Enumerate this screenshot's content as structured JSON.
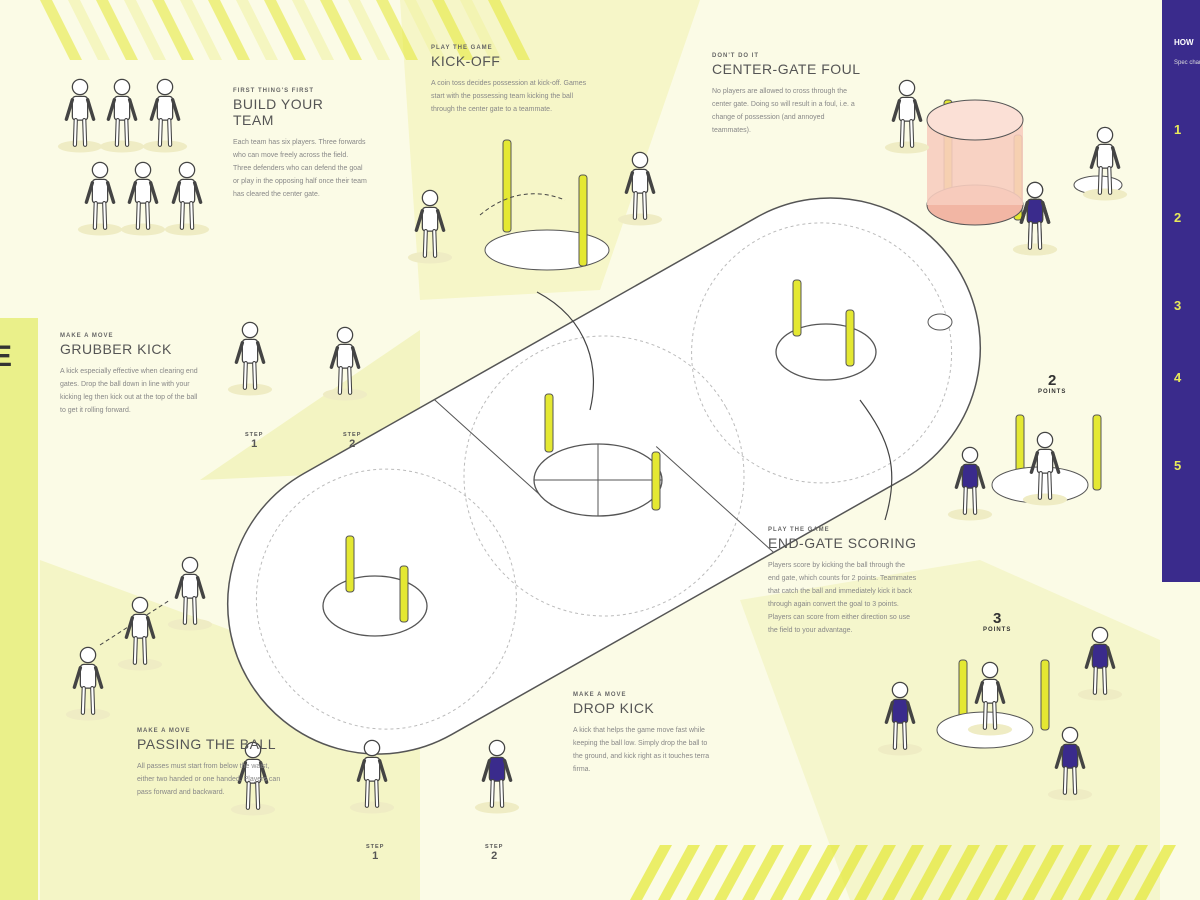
{
  "sections": {
    "build_team": {
      "kicker": "First thing's first",
      "title": "BUILD YOUR TEAM",
      "body": "Each team has six players. Three forwards who can move freely across the field. Three defenders who can defend the goal or play in the opposing half once their team has cleared the center gate."
    },
    "kick_off": {
      "kicker": "Play the game",
      "title": "KICK-OFF",
      "body": "A coin toss decides possession at kick-off. Games start with the possessing team kicking the ball through the center gate to a teammate."
    },
    "center_gate_foul": {
      "kicker": "Don't do it",
      "title": "CENTER-GATE FOUL",
      "body": "No players are allowed to cross through the center gate. Doing so will result in a foul, i.e. a change of possession (and annoyed teammates)."
    },
    "grubber_kick": {
      "kicker": "Make a move",
      "title": "GRUBBER KICK",
      "body": "A kick especially effective when clearing end gates. Drop the ball down in line with your kicking leg then kick out at the top of the ball to get it rolling forward."
    },
    "end_gate_scoring": {
      "kicker": "Play the game",
      "title": "END-GATE SCORING",
      "body": "Players score by kicking the ball through the end gate, which counts for 2 points. Teammates that catch the ball and immediately kick it back through again convert the goal to 3 points. Players can score from either direction so use the field to your advantage."
    },
    "passing": {
      "kicker": "Make a move",
      "title": "PASSING THE BALL",
      "body": "All passes must start from below the waist, either two handed or one handed. Players can pass forward and backward."
    },
    "drop_kick": {
      "kicker": "Make a move",
      "title": "DROP KICK",
      "body": "A kick that helps the game move fast while keeping the ball low. Simply drop the ball to the ground, and kick right as it touches terra firma."
    }
  },
  "steps": {
    "label": "STEP",
    "one": "1",
    "two": "2"
  },
  "scoring": {
    "two": "2",
    "three": "3",
    "points_label": "POINTS"
  },
  "right_panel": {
    "heading": "HOW",
    "subtext": "Spec chang on the",
    "numbers": [
      "1",
      "2",
      "3",
      "4",
      "5"
    ]
  },
  "left_panel": {
    "letter": "E"
  },
  "colors": {
    "background": "#fbfbe6",
    "accent_yellow": "#e4e832",
    "purple": "#3a2b8c",
    "foul_pink": "#f2b6a4",
    "line": "#444444"
  }
}
